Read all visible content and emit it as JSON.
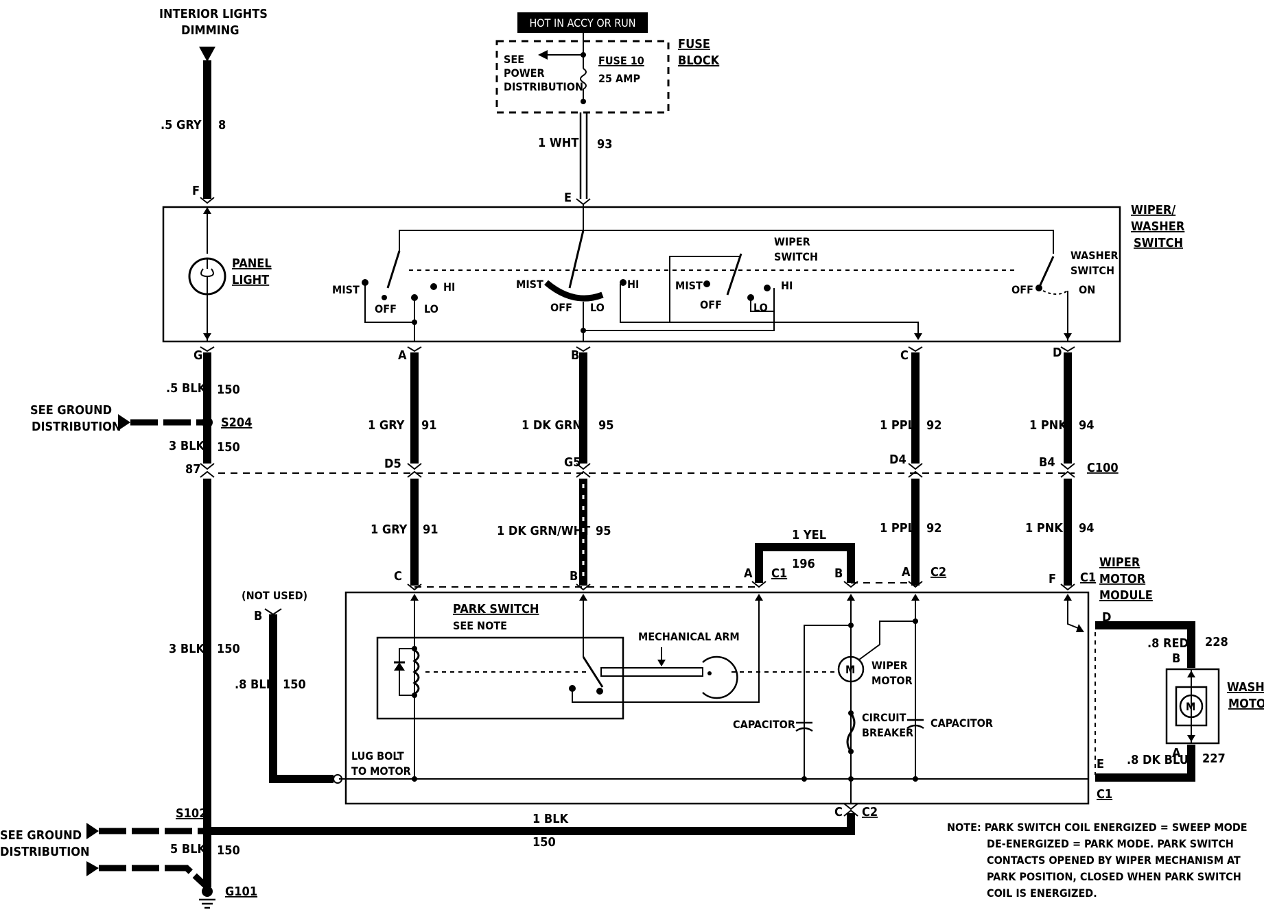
{
  "colors": {
    "ink": "#000000",
    "paper": "#ffffff",
    "label_bg": "#000000",
    "label_fg": "#ffffff"
  },
  "top": {
    "dimming_line1": "INTERIOR LIGHTS",
    "dimming_line2": "DIMMING",
    "hot_label": "HOT IN ACCY OR RUN",
    "fuse_block_line1": "FUSE",
    "fuse_block_line2": "BLOCK",
    "see_power_line1": "SEE",
    "see_power_line2": "POWER",
    "see_power_line3": "DISTRIBUTION",
    "fuse_name": "FUSE 10",
    "fuse_rating": "25 AMP"
  },
  "wires": {
    "gry8_color": ".5 GRY",
    "gry8_circuit": "8",
    "wht_color": "1 WHT",
    "wht_circuit": "93",
    "blk_a_color": ".5 BLK",
    "blk_a_circuit": "150",
    "blk_b_color": "3 BLK",
    "blk_b_circuit": "150",
    "blk_c_color": "3 BLK",
    "blk_c_circuit": "150",
    "gry_top_color": "1 GRY",
    "gry_top_circuit": "91",
    "gry_bot_color": "1 GRY",
    "gry_bot_circuit": "91",
    "dkgrn_top_color": "1 DK GRN",
    "dkgrn_top_circuit": "95",
    "dkgrn_bot_color": "1 DK GRN/WHT",
    "dkgrn_bot_circuit": "95",
    "ppl_top_color": "1 PPL",
    "ppl_top_circuit": "92",
    "ppl_bot_color": "1 PPL",
    "ppl_bot_circuit": "92",
    "pnk_top_color": "1 PNK",
    "pnk_top_circuit": "94",
    "pnk_bot_color": "1 PNK",
    "pnk_bot_circuit": "94",
    "yel_color": "1 YEL",
    "yel_circuit": "196",
    "blk_unused_color": ".8 BLK",
    "blk_unused_circuit": "150",
    "red_color": ".8 RED",
    "red_circuit": "228",
    "dkblu_color": ".8 DK BLU",
    "dkblu_circuit": "227",
    "blk_bottom_color": "1 BLK",
    "blk_bottom_circuit": "150",
    "blk_ground_color": "5 BLK",
    "blk_ground_circuit": "150"
  },
  "pins": {
    "F": "F",
    "E": "E",
    "G": "G",
    "A": "A",
    "B": "B",
    "C": "C",
    "D": "D",
    "D5": "D5",
    "G5": "G5",
    "D4": "D4",
    "B4": "B4",
    "87": "87",
    "mod_C": "C",
    "mod_B": "B",
    "mod_A1": "A",
    "mod_B1": "B",
    "mod_A2": "A",
    "mod_F": "F",
    "unused_B": "B",
    "mod_D": "D",
    "mod_E": "E",
    "wm_B": "B",
    "wm_A": "A",
    "bot_C": "C"
  },
  "connectors": {
    "c100": "C100",
    "s204": "S204",
    "s102": "S102",
    "g101": "G101",
    "c1_yel": "C1",
    "c2_yel": "C2",
    "c1_pnk": "C1",
    "c1_bottom": "C1",
    "c2_bottom": "C2"
  },
  "components": {
    "panel_light_line1": "PANEL",
    "panel_light_line2": "LIGHT",
    "wiper_washer_line1": "WIPER/",
    "wiper_washer_line2": "WASHER",
    "wiper_washer_line3": "SWITCH",
    "wiper_switch_line1": "WIPER",
    "wiper_switch_line2": "SWITCH",
    "washer_switch_line1": "WASHER",
    "washer_switch_line2": "SWITCH",
    "wiper_motor_module_line1": "WIPER",
    "wiper_motor_module_line2": "MOTOR",
    "wiper_motor_module_line3": "MODULE",
    "park_switch": "PARK SWITCH",
    "see_note": "SEE NOTE",
    "mechanical_arm": "MECHANICAL ARM",
    "wiper_motor_line1": "WIPER",
    "wiper_motor_line2": "MOTOR",
    "capacitor_left": "CAPACITOR",
    "capacitor_right": "CAPACITOR",
    "circuit_breaker_line1": "CIRCUIT",
    "circuit_breaker_line2": "BREAKER",
    "lug_bolt_line1": "LUG BOLT",
    "lug_bolt_line2": "TO MOTOR",
    "not_used": "(NOT USED)",
    "washer_motor_line1": "WASHER",
    "washer_motor_line2": "MOTOR",
    "motor_symbol": "M"
  },
  "switch_labels": {
    "mist1": "MIST",
    "off1": "OFF",
    "lo1": "LO",
    "hi1": "HI",
    "mist2": "MIST",
    "off2": "OFF",
    "lo2": "LO",
    "hi2": "HI",
    "mist3": "MIST",
    "off3": "OFF",
    "lo3": "LO",
    "hi3": "HI",
    "off4": "OFF",
    "on4": "ON"
  },
  "ground": {
    "see_ground_upper_line1": "SEE GROUND",
    "see_ground_upper_line2": "DISTRIBUTION",
    "see_ground_lower_line1": "SEE GROUND",
    "see_ground_lower_line2": "DISTRIBUTION"
  },
  "note": {
    "line1": "NOTE:  PARK SWITCH COIL ENERGIZED  =  SWEEP MODE",
    "line2": "DE-ENERGIZED  =  PARK MODE.  PARK SWITCH",
    "line3": "CONTACTS OPENED BY WIPER MECHANISM AT",
    "line4": "PARK POSITION,  CLOSED WHEN PARK SWITCH",
    "line5": "COIL IS ENERGIZED."
  }
}
